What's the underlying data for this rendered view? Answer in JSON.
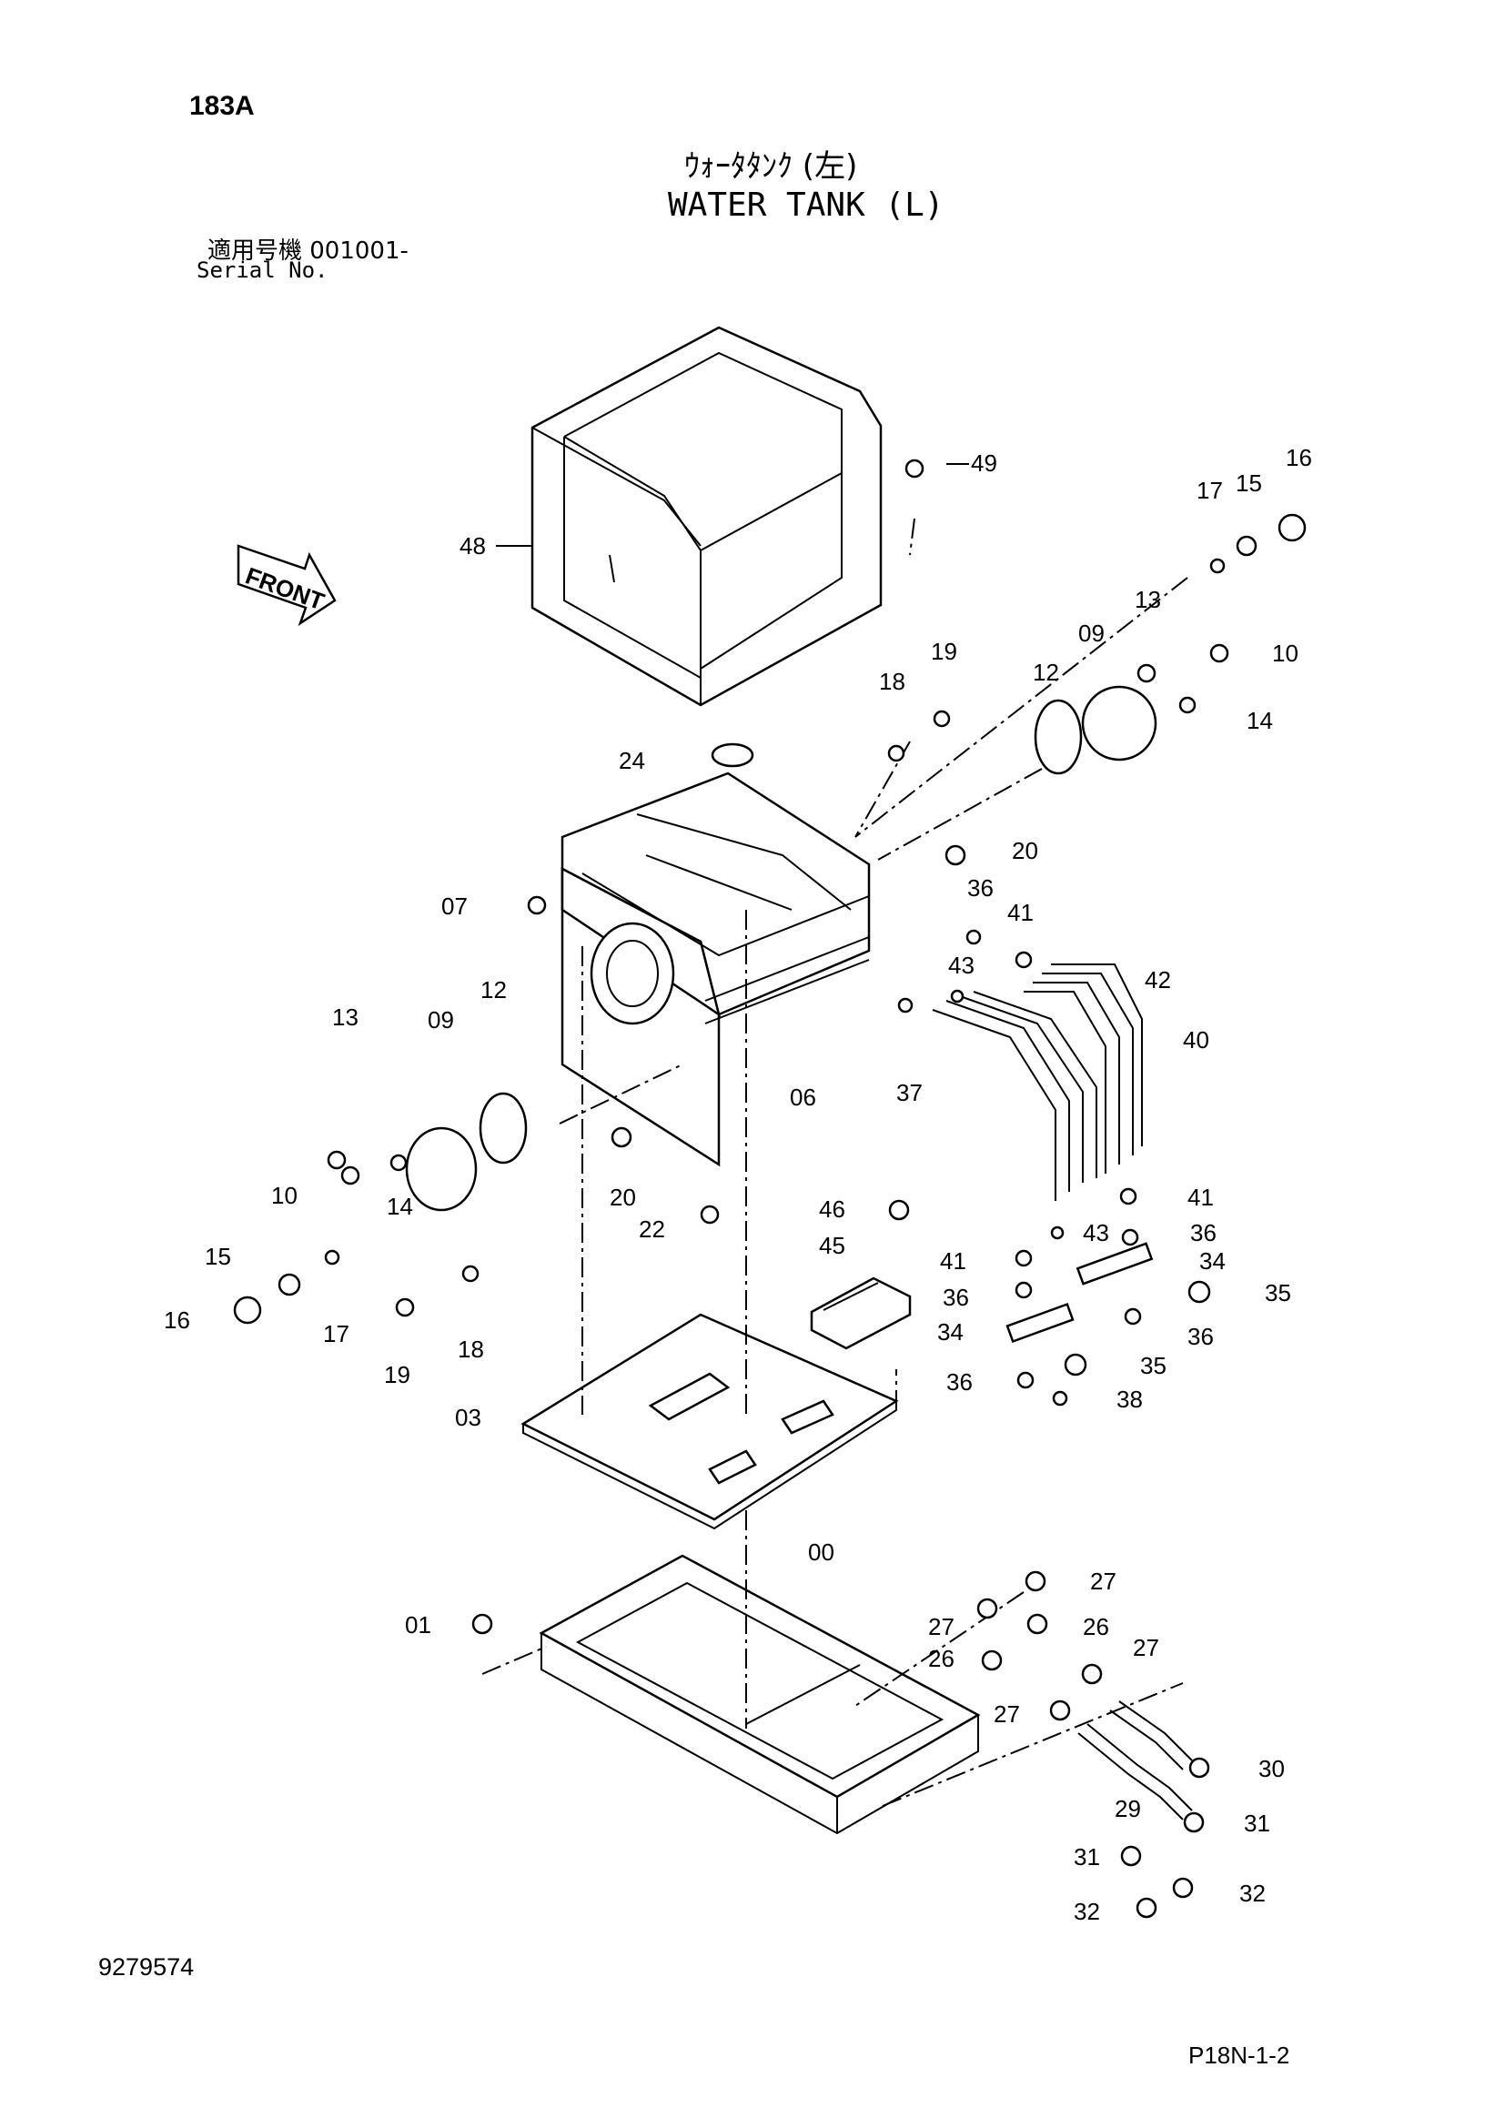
{
  "header": {
    "page_code": "183A",
    "title_jp": "ｳｫｰﾀﾀﾝｸ (左)",
    "title_en": "WATER TANK (L)",
    "serial_jp": "適用号機  001001-",
    "serial_en": "Serial No."
  },
  "footer": {
    "doc_number": "9279574",
    "page_ref": "P18N-1-2"
  },
  "callouts": {
    "p48": "48",
    "p49": "49",
    "p17a": "17",
    "p15a": "15",
    "p16a": "16",
    "p13a": "13",
    "p09a": "09",
    "p10a": "10",
    "p14a": "14",
    "p12a": "12",
    "p18a": "18",
    "p19a": "19",
    "p24": "24",
    "p20a": "20",
    "p07": "07",
    "p36a": "36",
    "p41a": "41",
    "p43a": "43",
    "p42": "42",
    "p40": "40",
    "p12b": "12",
    "p13b": "13",
    "p09b": "09",
    "p06": "06",
    "p37": "37",
    "p20b": "20",
    "p10b": "10",
    "p14b": "14",
    "p22": "22",
    "p46": "46",
    "p41b": "41",
    "p36b": "36",
    "p43b": "43",
    "p34a": "34",
    "p41c": "41",
    "p45": "45",
    "p15b": "15",
    "p16b": "16",
    "p17b": "17",
    "p19b": "19",
    "p18b": "18",
    "p36c": "36",
    "p35a": "35",
    "p36d": "36",
    "p34b": "34",
    "p35b": "35",
    "p36e": "36",
    "p38": "38",
    "p03": "03",
    "p00": "00",
    "p27a": "27",
    "p27b": "27",
    "p26a": "26",
    "p01": "01",
    "p26b": "26",
    "p27c": "27",
    "p27d": "27",
    "p30": "30",
    "p29": "29",
    "p31a": "31",
    "p31b": "31",
    "p32a": "32",
    "p32b": "32"
  },
  "front_arrow_label": "FRONT"
}
